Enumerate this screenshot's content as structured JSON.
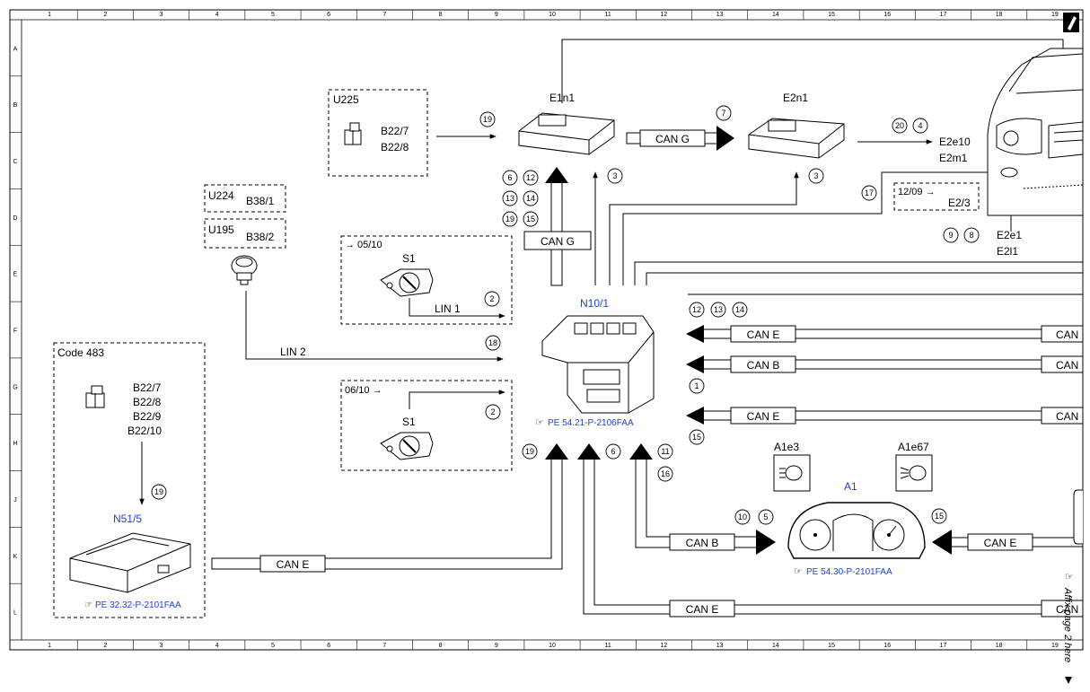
{
  "grid": {
    "columns": [
      "1",
      "2",
      "3",
      "4",
      "5",
      "6",
      "7",
      "8",
      "9",
      "10",
      "11",
      "12",
      "13",
      "14",
      "15",
      "16",
      "17",
      "18",
      "19"
    ],
    "rows": [
      "A",
      "B",
      "C",
      "D",
      "E",
      "F",
      "G",
      "H",
      "J",
      "K",
      "L"
    ]
  },
  "components": {
    "e1n1": "E1n1",
    "e2n1": "E2n1",
    "n10_1": "N10/1",
    "n51_5": "N51/5",
    "a1": "A1",
    "a1e3": "A1e3",
    "a1e67": "A1e67",
    "s1_top": "S1",
    "s1_bottom": "S1"
  },
  "boxes": {
    "u225": {
      "title": "U225",
      "parts": [
        "B22/7",
        "B22/8"
      ]
    },
    "u224": {
      "title": "U224",
      "part": "B38/1"
    },
    "u195": {
      "title": "U195",
      "part": "B38/2"
    },
    "s1_0510": {
      "date": "→ 05/10"
    },
    "s1_0610": {
      "date": "06/10 →"
    },
    "code483": {
      "title": "Code 483",
      "parts": [
        "B22/7",
        "B22/8",
        "B22/9",
        "B22/10"
      ]
    },
    "e2_3": {
      "date": "12/09 →",
      "part": "E2/3"
    }
  },
  "labels": {
    "e2e10": "E2e10",
    "e2m1": "E2m1",
    "e2e1": "E2e1",
    "e2l1": "E2l1",
    "lin1": "LIN 1",
    "lin2": "LIN 2"
  },
  "buses": {
    "can_g": "CAN G",
    "can_e": "CAN E",
    "can_b": "CAN B",
    "can": "CAN"
  },
  "refs": {
    "n10_1": "PE 54.21-P-2106FAA",
    "n51_5": "PE 32.32-P-2101FAA",
    "a1": "PE 54.30-P-2101FAA"
  },
  "page_link": "Affix page 2 here",
  "callouts": {
    "c19a": "19",
    "c7": "7",
    "c20": "20",
    "c4": "4",
    "c6a": "6",
    "c12a": "12",
    "c13a": "13",
    "c14a": "14",
    "c19b": "19",
    "c15a": "15",
    "c3a": "3",
    "c3b": "3",
    "c17": "17",
    "c9": "9",
    "c8": "8",
    "c2a": "2",
    "c18": "18",
    "c2b": "2",
    "c12b": "12",
    "c13b": "13",
    "c14b": "14",
    "c1": "1",
    "c15b": "15",
    "c19c": "19",
    "c6b": "6",
    "c11": "11",
    "c16": "16",
    "c19d": "19",
    "c10": "10",
    "c5": "5",
    "c15c": "15"
  }
}
